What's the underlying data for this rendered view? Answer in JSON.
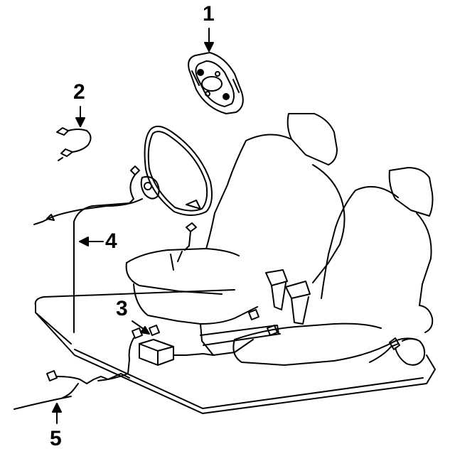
{
  "diagram": {
    "callouts": [
      {
        "id": "c1",
        "label": "1"
      },
      {
        "id": "c2",
        "label": "2"
      },
      {
        "id": "c3",
        "label": "3"
      },
      {
        "id": "c4",
        "label": "4"
      },
      {
        "id": "c5",
        "label": "5"
      }
    ],
    "line_color": "#000000",
    "background": "#ffffff"
  }
}
